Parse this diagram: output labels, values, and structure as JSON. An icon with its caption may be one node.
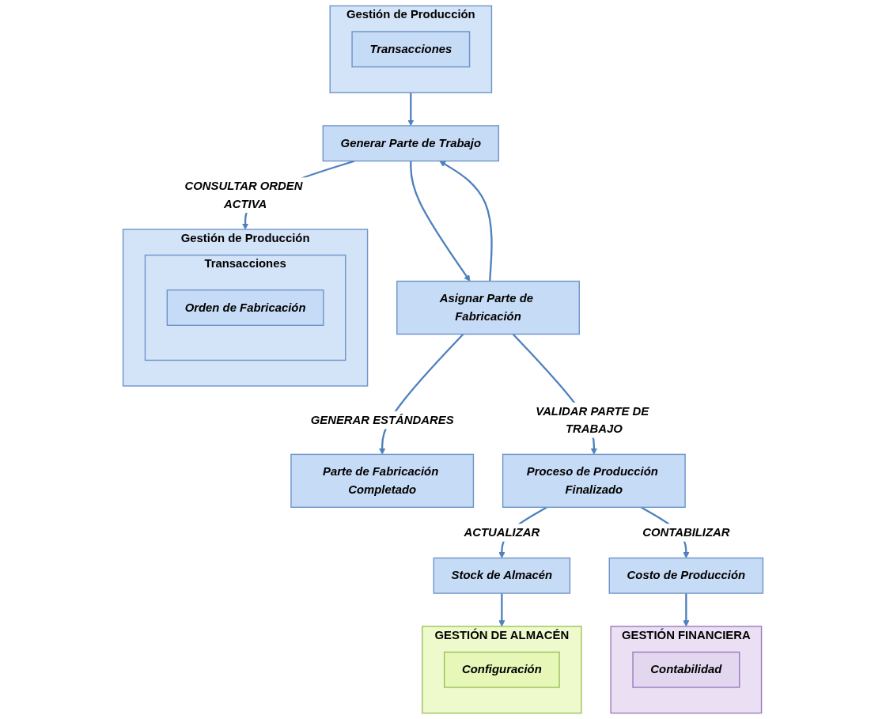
{
  "diagram": {
    "nodes": [
      {
        "text": [
          "Gestión de Producción"
        ]
      },
      {
        "text": [
          "Transacciones"
        ],
        "in": 0
      },
      {
        "text": [
          "Gestión de Producción"
        ]
      },
      {
        "text": [
          "Transacciones"
        ],
        "in": 2
      },
      {
        "text": [
          "Orden de Fabricación"
        ],
        "in": 3
      },
      {
        "text": [
          "Generar Parte de Trabajo"
        ]
      },
      {
        "text": [
          "Asignar Parte de Fabricación"
        ]
      },
      {
        "text": [
          "Parte de Fabricación Completado"
        ]
      },
      {
        "text": [
          "Proceso de Producción Finalizado"
        ]
      },
      {
        "text": [
          "Stock de Almacén"
        ]
      },
      {
        "text": [
          "GESTIÓN DE ALMACÉN"
        ]
      },
      {
        "text": [
          "Configuración"
        ],
        "in": 10
      },
      {
        "text": [
          "Costo de Producción"
        ]
      },
      {
        "text": [
          "GESTIÓN FINANCIERA"
        ]
      },
      {
        "text": [
          "Contabilidad"
        ],
        "in": 13
      }
    ],
    "edges": [
      {
        "from": 0,
        "to": 5,
        "arrow": "to"
      },
      {
        "from": 5,
        "to": 2,
        "arrow": "to",
        "label": "CONSULTAR ORDEN ACTIVA"
      },
      {
        "from": 5,
        "to": 6,
        "arrow": "to"
      },
      {
        "from": 6,
        "to": 5,
        "arrow": "to"
      },
      {
        "from": 6,
        "to": 7,
        "arrow": "to",
        "label": "GENERAR ESTÁNDARES"
      },
      {
        "from": 6,
        "to": 8,
        "arrow": "to",
        "label": "VALIDAR PARTE DE TRABAJO"
      },
      {
        "from": 8,
        "to": 9,
        "arrow": "to",
        "label": "ACTUALIZAR"
      },
      {
        "from": 9,
        "to": 10,
        "arrow": "to"
      },
      {
        "from": 8,
        "to": 12,
        "arrow": "to",
        "label": "CONTABILIZAR"
      },
      {
        "from": 12,
        "to": 13,
        "arrow": "to"
      }
    ]
  }
}
